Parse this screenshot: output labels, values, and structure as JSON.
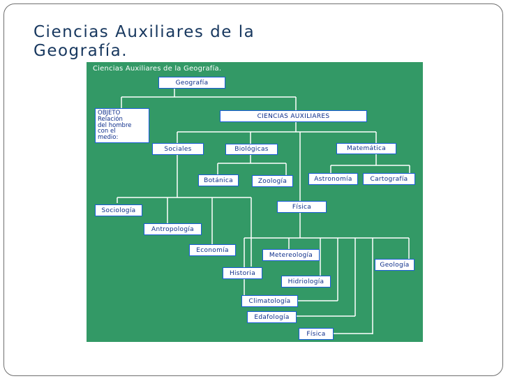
{
  "slide": {
    "title_line1": "Ciencias Auxiliares de la",
    "title_line2": "Geografía."
  },
  "diagram": {
    "title": "Ciencias Auxiliares de la Geografía.",
    "root": "Geografía",
    "objeto": "OBJETO\nRelación\ndel hombre\ncon el\nmedio:",
    "ciencias_auxiliares": "CIENCIAS AUXILIARES",
    "sociales": "Sociales",
    "biologicas": "Biológicas",
    "matematica": "Matemática",
    "botanica": "Botánica",
    "zoologia": "Zoología",
    "astronomia": "Astronomía",
    "cartografia": "Cartografía",
    "fisica": "Física",
    "sociologia": "Sociología",
    "antropologia": "Antropología",
    "economia": "Economía",
    "historia": "Historia",
    "metereologia": "Metereología",
    "geologia": "Geología",
    "hidrologia": "Hidriología",
    "climatologia": "Climatología",
    "edafologia": "Edafología",
    "fisica2": "Física"
  },
  "colors": {
    "panel": "#339966",
    "title": "#17375e",
    "box_border": "#1a5cd9",
    "box_text": "#0c2d8a",
    "lines": "#ffffff"
  }
}
